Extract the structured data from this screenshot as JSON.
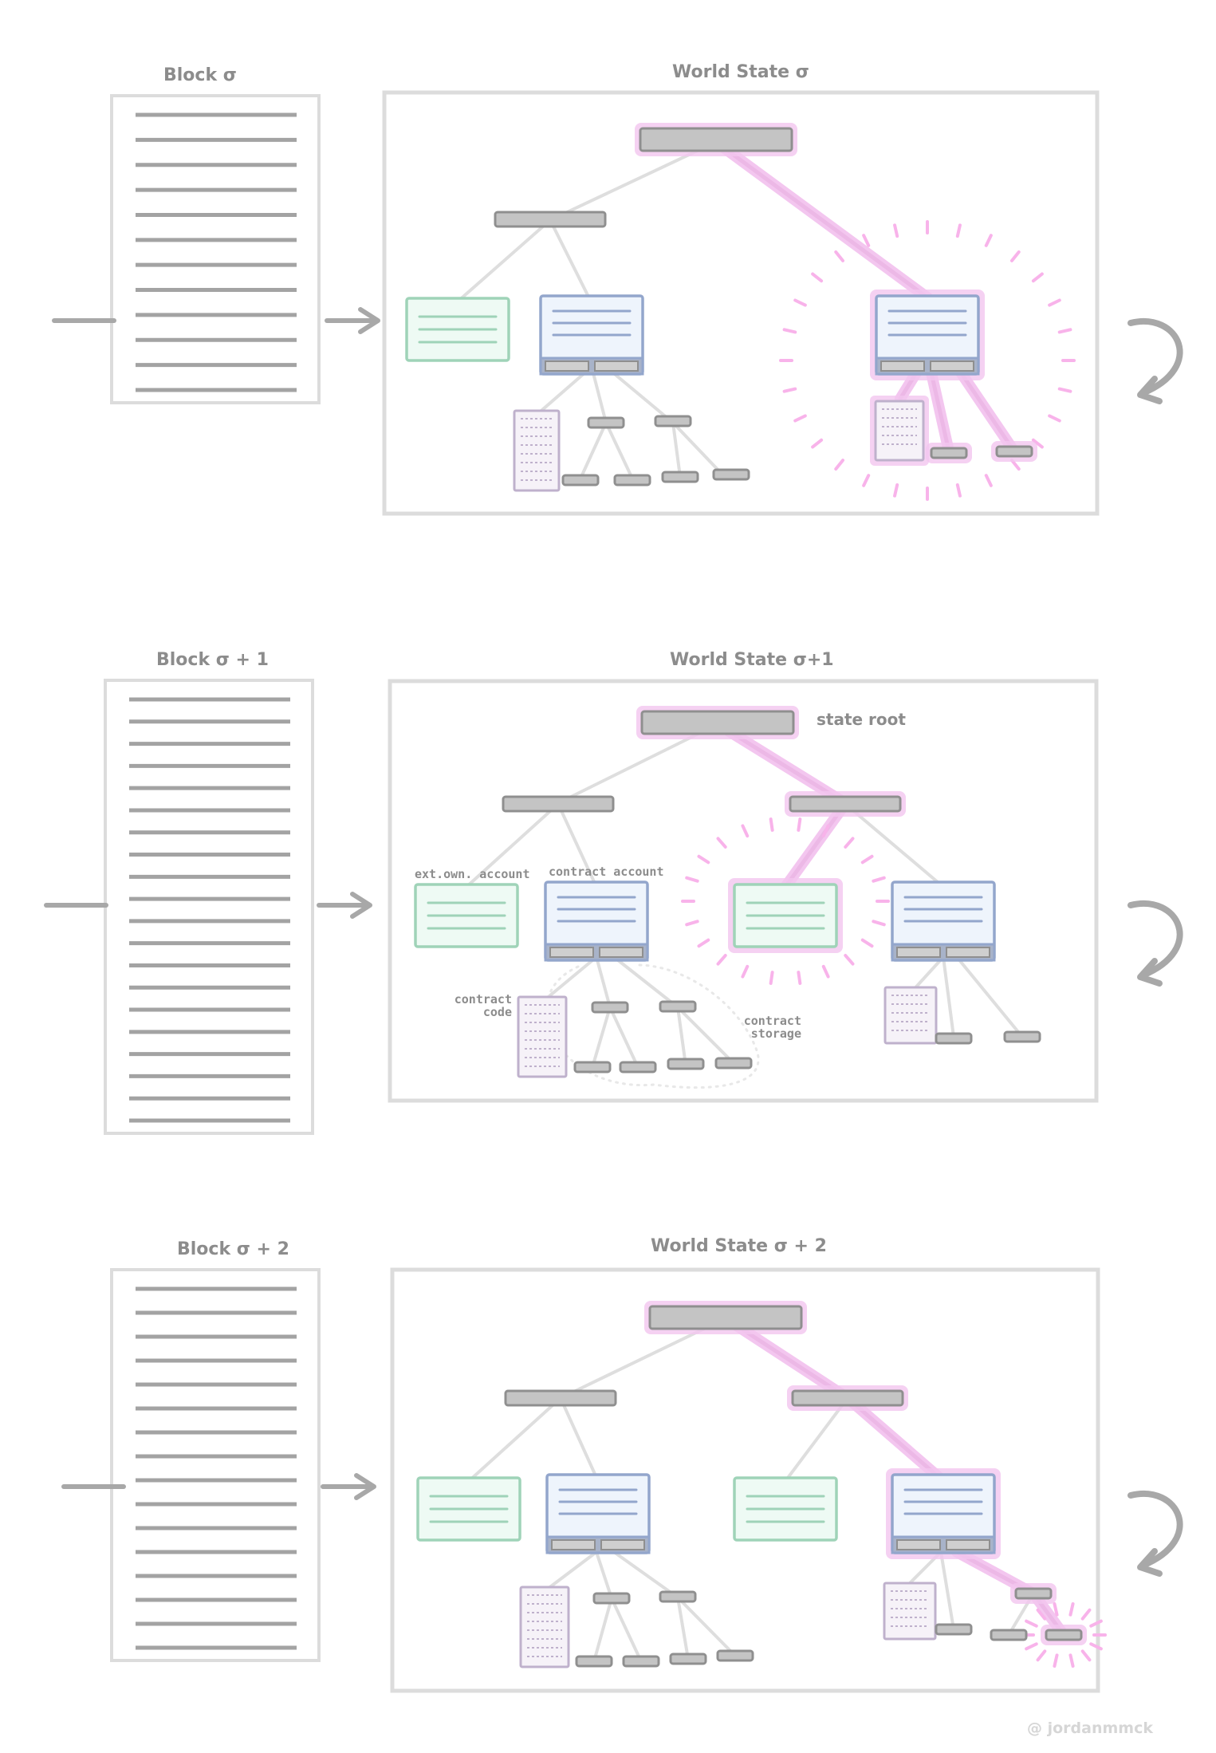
{
  "panels": [
    {
      "block_label": "Block σ",
      "state_label": "World State σ"
    },
    {
      "block_label": "Block σ + 1",
      "state_label": "World State σ+1",
      "annotations": {
        "state_root": "state root",
        "eoa": "ext.own. account",
        "contract_account": "contract account",
        "contract_code_line1": "contract",
        "contract_code_line2": "code",
        "contract_storage_line1": "contract",
        "contract_storage_line2": "storage"
      }
    },
    {
      "block_label": "Block σ + 2",
      "state_label": "World State σ + 2"
    }
  ],
  "credit": "@ jordanmmck",
  "colors": {
    "outline": "#dcdcdc",
    "node_fill": "#c4c4c4",
    "node_stroke": "#8f8f8f",
    "line": "#dedede",
    "highlight": "#f3c6ef",
    "sparkle": "#f8b3ea",
    "eoa_fill": "#eefaf4",
    "eoa_stroke": "#9fd3b8",
    "contract_fill": "#eef4fc",
    "contract_stroke": "#93a6cc",
    "code_fill": "#f6f2f8",
    "code_stroke": "#bfb1cc",
    "doc_line": "#a3a3a3",
    "arrow": "#a8a8a8"
  },
  "icons": {
    "transition_arrow": "curved-arrow-icon",
    "input_arrow": "right-arrow-icon"
  }
}
